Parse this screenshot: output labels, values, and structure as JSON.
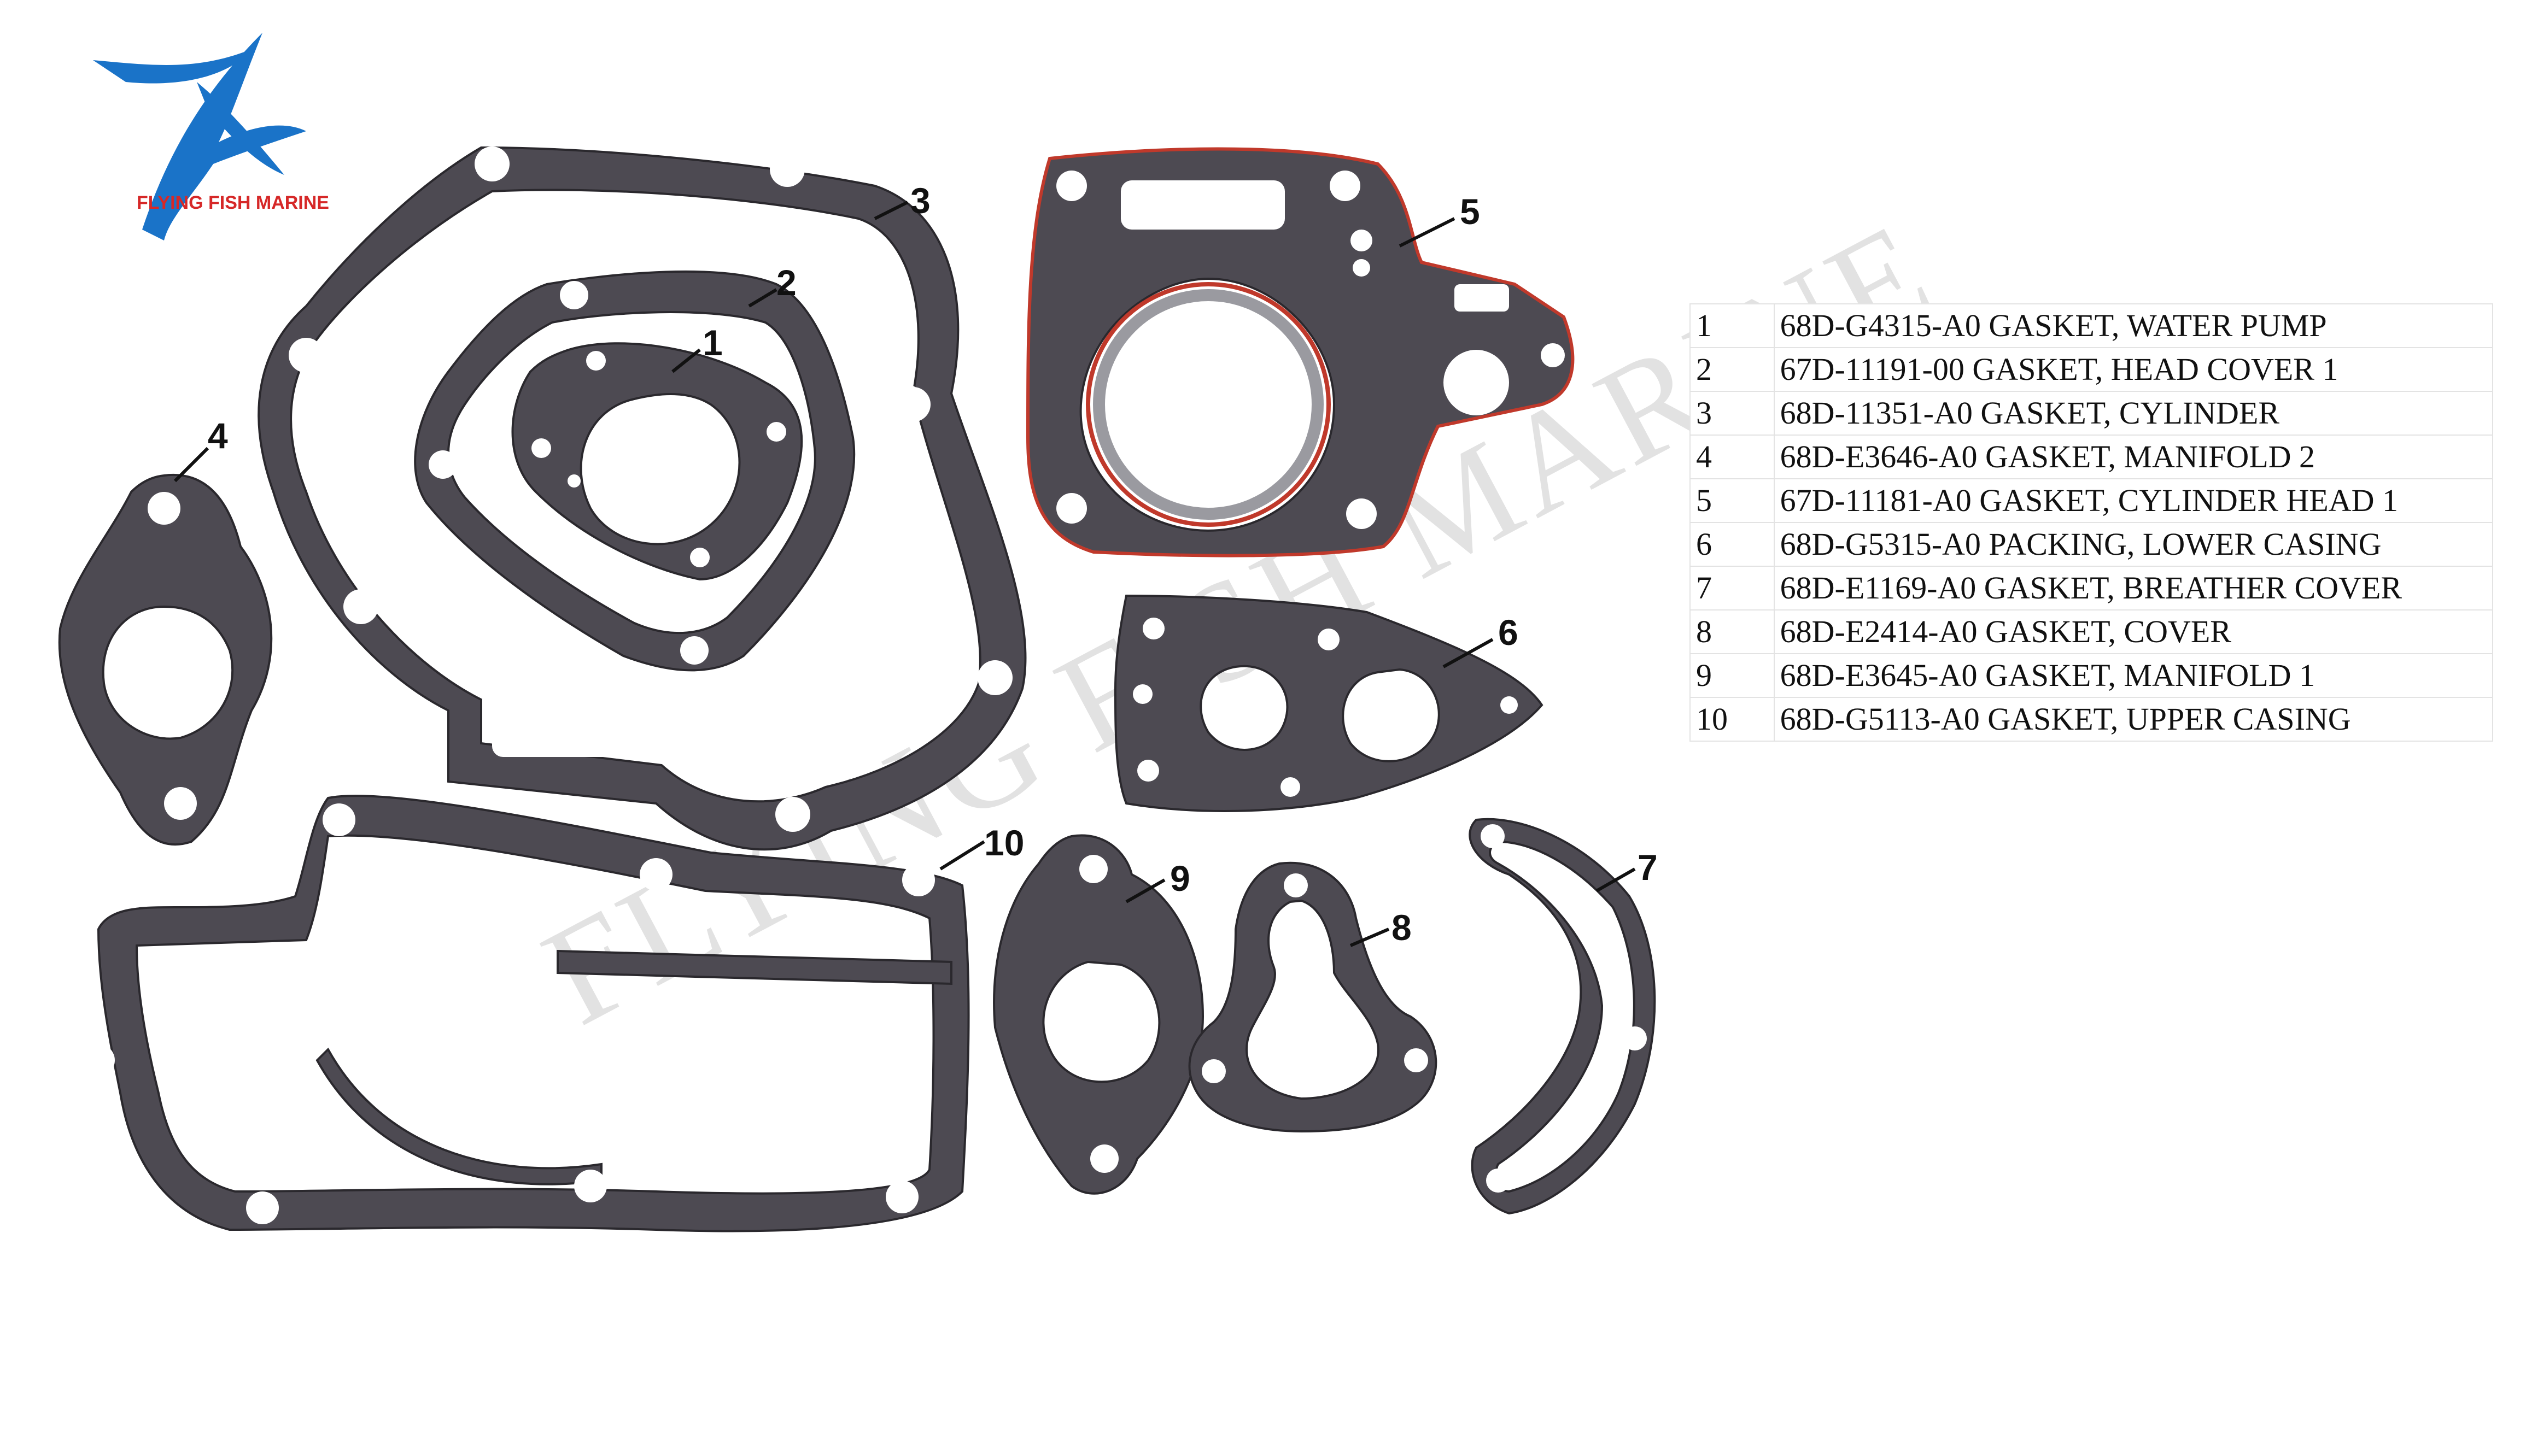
{
  "brand": {
    "name": "FLYING FISH MARINE",
    "primary_color": "#1a73c8",
    "text_color": "#d62828"
  },
  "watermark": {
    "text": "FLYING FISH MARINE"
  },
  "callouts": [
    "1",
    "2",
    "3",
    "4",
    "5",
    "6",
    "7",
    "8",
    "9",
    "10"
  ],
  "parts": [
    {
      "num": "1",
      "desc": "68D-G4315-A0 GASKET, WATER PUMP"
    },
    {
      "num": "2",
      "desc": "67D-11191-00 GASKET, HEAD COVER 1"
    },
    {
      "num": "3",
      "desc": "68D-11351-A0 GASKET, CYLINDER"
    },
    {
      "num": "4",
      "desc": "68D-E3646-A0 GASKET, MANIFOLD 2"
    },
    {
      "num": "5",
      "desc": "67D-11181-A0 GASKET, CYLINDER HEAD 1"
    },
    {
      "num": "6",
      "desc": "68D-G5315-A0 PACKING, LOWER CASING"
    },
    {
      "num": "7",
      "desc": "68D-E1169-A0 GASKET, BREATHER COVER"
    },
    {
      "num": "8",
      "desc": "68D-E2414-A0 GASKET, COVER"
    },
    {
      "num": "9",
      "desc": "68D-E3645-A0 GASKET, MANIFOLD 1"
    },
    {
      "num": "10",
      "desc": "68D-G5113-A0 GASKET, UPPER CASING"
    }
  ],
  "colors": {
    "gasket": "#4d4a52",
    "gasket_edge_red": "#c0392b"
  }
}
